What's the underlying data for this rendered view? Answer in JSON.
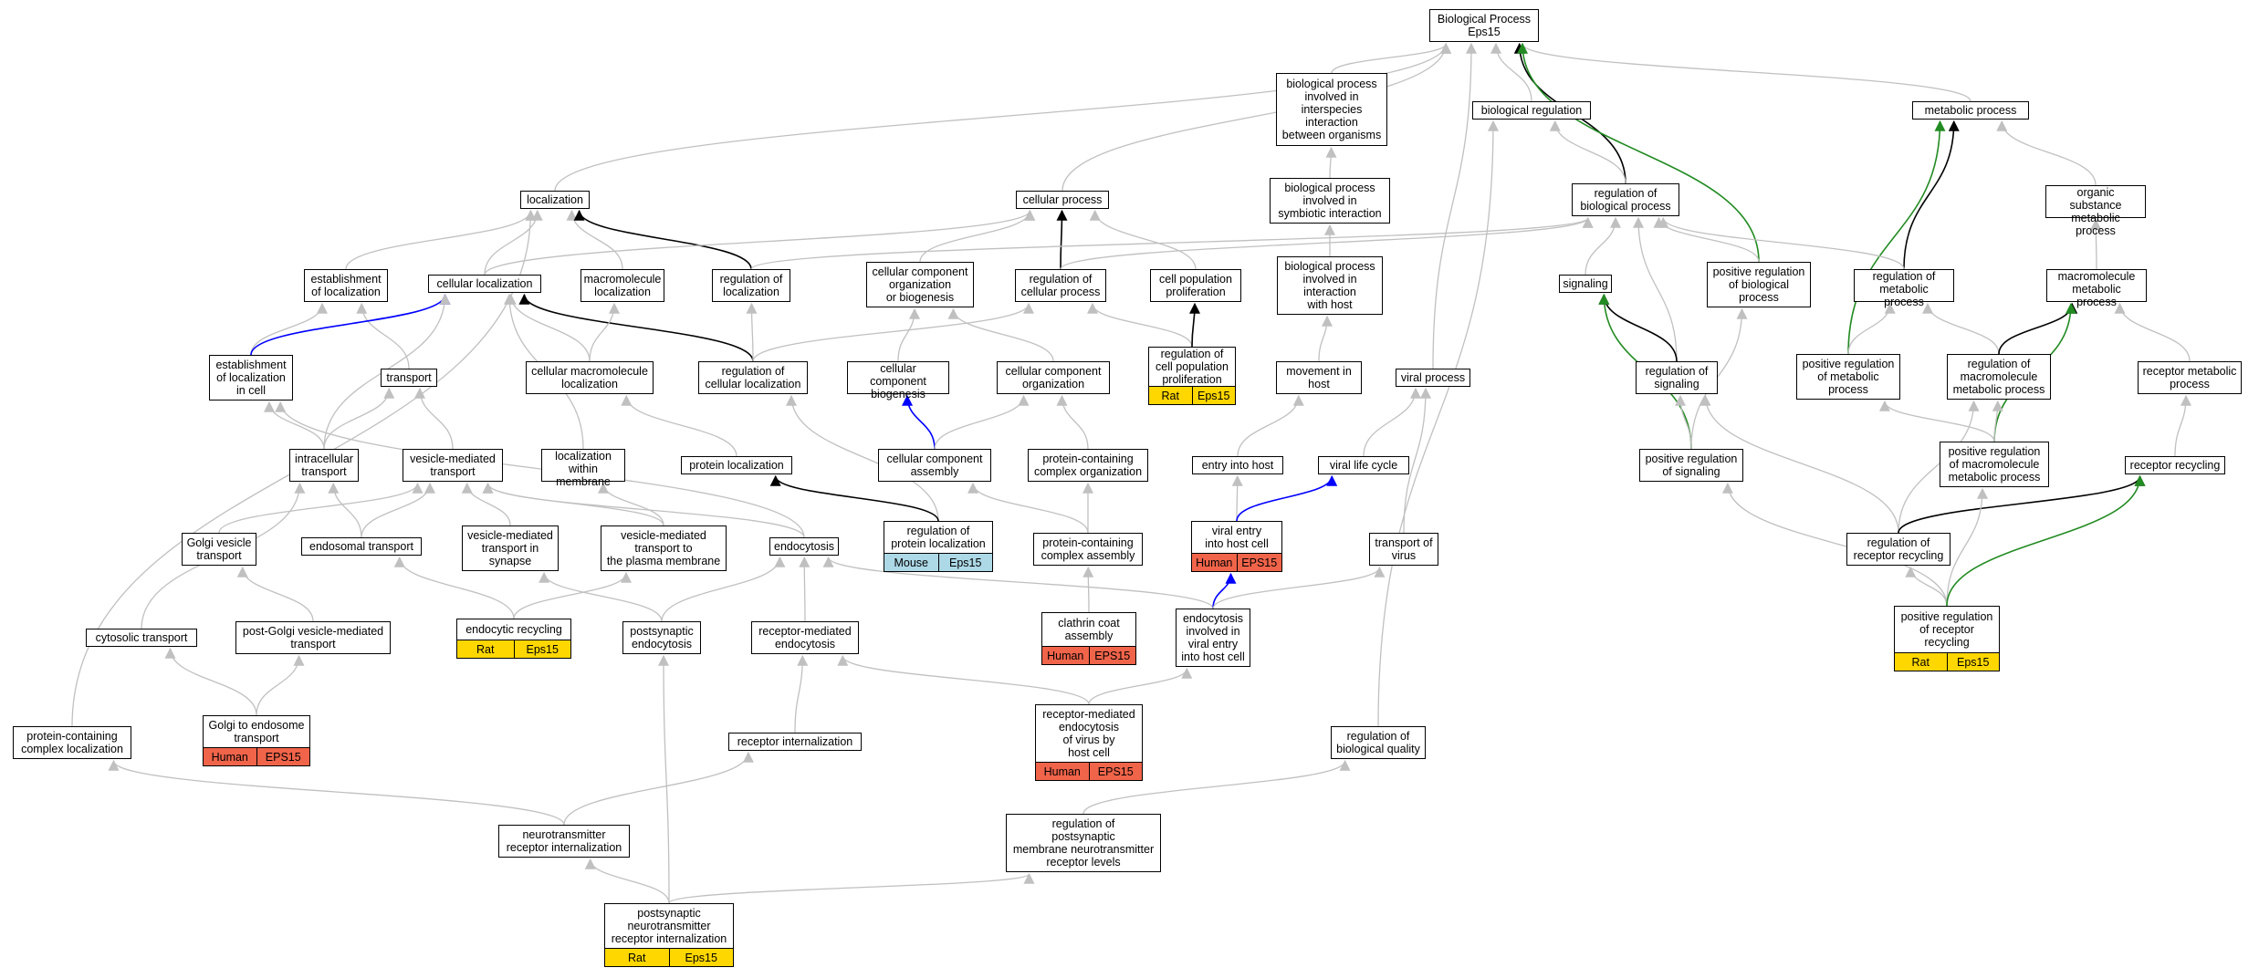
{
  "colors": {
    "edge_gray": "#c0c0c0",
    "edge_black": "#000000",
    "edge_blue": "#0000ff",
    "edge_green": "#228b22",
    "Human": "#f0644a",
    "Rat": "#ffd700",
    "Mouse": "#add8e6"
  },
  "nodes": {
    "root": "Biological Process\nEps15",
    "interspecies": "biological process\ninvolved in\ninterspecies\ninteraction\nbetween organisms",
    "bioreg": "biological regulation",
    "metabolic": "metabolic process",
    "localization": "localization",
    "cellproc": "cellular process",
    "symbiotic": "biological process\ninvolved in\nsymbiotic interaction",
    "regbio": "regulation of\nbiological process",
    "organic": "organic substance\nmetabolic process",
    "estloc": "establishment\nof localization",
    "cellloc": "cellular localization",
    "macroloc": "macromolecule\nlocalization",
    "regloc": "regulation of\nlocalization",
    "ccorg_bio": "cellular component\norganization\nor biogenesis",
    "regcell": "regulation of\ncellular process",
    "cellpop": "cell population\nproliferation",
    "bpinhost": "biological process\ninvolved in\ninteraction\nwith host",
    "signaling": "signaling",
    "posregbio": "positive regulation\nof biological\nprocess",
    "regmet": "regulation of\nmetabolic process",
    "macromet": "macromolecule\nmetabolic process",
    "estloccell": "establishment\nof localization\nin cell",
    "transport": "transport",
    "cellmacroloc": "cellular macromolecule\nlocalization",
    "regcellloc": "regulation of\ncellular localization",
    "ccbiogen": "cellular component\nbiogenesis",
    "ccorg": "cellular component\norganization",
    "regcellpop": "regulation of\ncell population\nproliferation",
    "movehost": "movement in\nhost",
    "viralproc": "viral process",
    "regsig": "regulation of\nsignaling",
    "posregmet": "positive regulation\nof metabolic\nprocess",
    "regmacromet": "regulation of\nmacromolecule\nmetabolic process",
    "recmet": "receptor metabolic\nprocess",
    "intracell": "intracellular\ntransport",
    "vesmed": "vesicle-mediated\ntransport",
    "locmem": "localization\nwithin membrane",
    "protloc": "protein localization",
    "ccassembly": "cellular component\nassembly",
    "pccorg": "protein-containing\ncomplex organization",
    "entryhost": "entry into host",
    "viralcycle": "viral life cycle",
    "posregsig": "positive regulation\nof signaling",
    "posregmacro": "positive regulation\nof macromolecule\nmetabolic process",
    "recrecyc": "receptor recycling",
    "regprotloc": "regulation of\nprotein localization",
    "golgives": "Golgi vesicle\ntransport",
    "endosomal": "endosomal transport",
    "vestsyn": "vesicle-mediated\ntransport in\nsynapse",
    "vestpm": "vesicle-mediated\ntransport to\nthe plasma membrane",
    "endocytosis": "endocytosis",
    "pccassembly": "protein-containing\ncomplex assembly",
    "viralentry": "viral entry\ninto host cell",
    "transvirus": "transport of\nvirus",
    "regrecrecyc": "regulation of\nreceptor recycling",
    "cytosolic": "cytosolic transport",
    "postgolgi": "post-Golgi vesicle-mediated\ntransport",
    "endorecyc": "endocytic recycling",
    "postsynendo": "postsynaptic\nendocytosis",
    "recmedendo": "receptor-mediated\nendocytosis",
    "clathrin": "clathrin coat\nassembly",
    "endoviral": "endocytosis\ninvolved in\nviral entry\ninto host cell",
    "posregrecrecyc": "positive regulation\nof receptor\nrecycling",
    "golgiendo": "Golgi to endosome\ntransport",
    "pcclocal": "protein-containing\ncomplex localization",
    "recmedvirus": "receptor-mediated\nendocytosis\nof virus by\nhost cell",
    "recint": "receptor internalization",
    "regbioqual": "regulation of\nbiological quality",
    "ntrecint": "neurotransmitter\nreceptor internalization",
    "regpost": "regulation of\npostsynaptic\nmembrane neurotransmitter\nreceptor levels",
    "postntrecint": "postsynaptic\nneurotransmitter\nreceptor internalization"
  },
  "annotations": {
    "regcellpop": [
      "Rat",
      "Eps15"
    ],
    "regprotloc": [
      "Mouse",
      "Eps15"
    ],
    "viralentry": [
      "Human",
      "EPS15"
    ],
    "endorecyc": [
      "Rat",
      "Eps15"
    ],
    "clathrin": [
      "Human",
      "EPS15"
    ],
    "posregrecrecyc": [
      "Rat",
      "Eps15"
    ],
    "golgiendo": [
      "Human",
      "EPS15"
    ],
    "recmedvirus": [
      "Human",
      "EPS15"
    ],
    "postntrecint": [
      "Rat",
      "Eps15"
    ]
  },
  "edges": [
    [
      "interspecies",
      "root",
      "gray"
    ],
    [
      "bioreg",
      "root",
      "gray"
    ],
    [
      "metabolic",
      "root",
      "gray"
    ],
    [
      "localization",
      "root",
      "gray"
    ],
    [
      "cellproc",
      "root",
      "gray"
    ],
    [
      "regbio",
      "root",
      "black"
    ],
    [
      "posregbio",
      "root",
      "green"
    ],
    [
      "viralproc",
      "root",
      "gray"
    ],
    [
      "symbiotic",
      "interspecies",
      "gray"
    ],
    [
      "regbio",
      "bioreg",
      "gray"
    ],
    [
      "organic",
      "metabolic",
      "gray"
    ],
    [
      "regmet",
      "metabolic",
      "black"
    ],
    [
      "posregmet",
      "metabolic",
      "green"
    ],
    [
      "estloc",
      "localization",
      "gray"
    ],
    [
      "cellloc",
      "localization",
      "gray"
    ],
    [
      "macroloc",
      "localization",
      "gray"
    ],
    [
      "regloc",
      "localization",
      "black"
    ],
    [
      "pcclocal",
      "localization",
      "gray"
    ],
    [
      "cellloc",
      "cellproc",
      "gray"
    ],
    [
      "ccorg_bio",
      "cellproc",
      "gray"
    ],
    [
      "regcell",
      "cellproc",
      "black"
    ],
    [
      "cellpop",
      "cellproc",
      "gray"
    ],
    [
      "bpinhost",
      "symbiotic",
      "gray"
    ],
    [
      "regloc",
      "regbio",
      "gray"
    ],
    [
      "regcell",
      "regbio",
      "gray"
    ],
    [
      "signaling",
      "regbio",
      "gray"
    ],
    [
      "posregbio",
      "regbio",
      "gray"
    ],
    [
      "regmet",
      "regbio",
      "gray"
    ],
    [
      "regsig",
      "regbio",
      "gray"
    ],
    [
      "macromet",
      "organic",
      "gray"
    ],
    [
      "transport",
      "estloc",
      "gray"
    ],
    [
      "estloccell",
      "estloc",
      "gray"
    ],
    [
      "estloccell",
      "cellloc",
      "blue"
    ],
    [
      "regcellloc",
      "cellloc",
      "black"
    ],
    [
      "cellmacroloc",
      "cellloc",
      "gray"
    ],
    [
      "intracell",
      "cellloc",
      "gray"
    ],
    [
      "locmem",
      "cellloc",
      "gray"
    ],
    [
      "cellmacroloc",
      "macroloc",
      "gray"
    ],
    [
      "regcellloc",
      "regloc",
      "gray"
    ],
    [
      "regcellloc",
      "regcell",
      "gray"
    ],
    [
      "ccbiogen",
      "ccorg_bio",
      "gray"
    ],
    [
      "ccorg",
      "ccorg_bio",
      "gray"
    ],
    [
      "regcellpop",
      "regcell",
      "gray"
    ],
    [
      "regcellpop",
      "cellpop",
      "black"
    ],
    [
      "movehost",
      "bpinhost",
      "gray"
    ],
    [
      "regsig",
      "signaling",
      "black"
    ],
    [
      "posregsig",
      "signaling",
      "green"
    ],
    [
      "posregsig",
      "posregbio",
      "gray"
    ],
    [
      "posregmet",
      "regmet",
      "gray"
    ],
    [
      "regmacromet",
      "regmet",
      "gray"
    ],
    [
      "regmacromet",
      "macromet",
      "black"
    ],
    [
      "posregmacro",
      "macromet",
      "green"
    ],
    [
      "recmet",
      "macromet",
      "gray"
    ],
    [
      "intracell",
      "estloccell",
      "gray"
    ],
    [
      "intracell",
      "transport",
      "gray"
    ],
    [
      "vesmed",
      "transport",
      "gray"
    ],
    [
      "endocytosis",
      "estloccell",
      "gray"
    ],
    [
      "protloc",
      "cellmacroloc",
      "gray"
    ],
    [
      "regprotloc",
      "regcellloc",
      "gray"
    ],
    [
      "ccassembly",
      "ccbiogen",
      "blue"
    ],
    [
      "ccassembly",
      "ccorg",
      "gray"
    ],
    [
      "pccorg",
      "ccorg",
      "gray"
    ],
    [
      "entryhost",
      "movehost",
      "gray"
    ],
    [
      "viralcycle",
      "viralproc",
      "gray"
    ],
    [
      "transvirus",
      "viralproc",
      "gray"
    ],
    [
      "posregsig",
      "regsig",
      "gray"
    ],
    [
      "regrecrecyc",
      "regsig",
      "gray"
    ],
    [
      "posregmacro",
      "posregmet",
      "gray"
    ],
    [
      "posregmacro",
      "regmacromet",
      "gray"
    ],
    [
      "regrecrecyc",
      "regmacromet",
      "gray"
    ],
    [
      "recrecyc",
      "recmet",
      "gray"
    ],
    [
      "golgives",
      "vesmed",
      "gray"
    ],
    [
      "endosomal",
      "intracell",
      "gray"
    ],
    [
      "endosomal",
      "vesmed",
      "gray"
    ],
    [
      "vestsyn",
      "vesmed",
      "gray"
    ],
    [
      "vestpm",
      "vesmed",
      "gray"
    ],
    [
      "vestpm",
      "locmem",
      "gray"
    ],
    [
      "endocytosis",
      "vesmed",
      "gray"
    ],
    [
      "cytosolic",
      "intracell",
      "gray"
    ],
    [
      "regprotloc",
      "protloc",
      "black"
    ],
    [
      "pccassembly",
      "ccassembly",
      "gray"
    ],
    [
      "pccassembly",
      "pccorg",
      "gray"
    ],
    [
      "viralentry",
      "entryhost",
      "gray"
    ],
    [
      "viralentry",
      "viralcycle",
      "blue"
    ],
    [
      "posregrecrecyc",
      "posregsig",
      "gray"
    ],
    [
      "regrecrecyc",
      "recrecyc",
      "black"
    ],
    [
      "posregrecrecyc",
      "regrecrecyc",
      "gray"
    ],
    [
      "posregrecrecyc",
      "posregmacro",
      "gray"
    ],
    [
      "posregrecrecyc",
      "recrecyc",
      "green"
    ],
    [
      "postgolgi",
      "golgives",
      "gray"
    ],
    [
      "endorecyc",
      "endosomal",
      "gray"
    ],
    [
      "endorecyc",
      "vestpm",
      "gray"
    ],
    [
      "postsynendo",
      "vestsyn",
      "gray"
    ],
    [
      "postsynendo",
      "endocytosis",
      "gray"
    ],
    [
      "recmedendo",
      "endocytosis",
      "gray"
    ],
    [
      "endoviral",
      "endocytosis",
      "gray"
    ],
    [
      "clathrin",
      "pccassembly",
      "gray"
    ],
    [
      "endoviral",
      "viralentry",
      "blue"
    ],
    [
      "endoviral",
      "transvirus",
      "gray"
    ],
    [
      "golgiendo",
      "cytosolic",
      "gray"
    ],
    [
      "golgiendo",
      "postgolgi",
      "gray"
    ],
    [
      "recint",
      "recmedendo",
      "gray"
    ],
    [
      "recmedvirus",
      "recmedendo",
      "gray"
    ],
    [
      "recmedvirus",
      "endoviral",
      "gray"
    ],
    [
      "regbioqual",
      "bioreg",
      "gray"
    ],
    [
      "ntrecint",
      "pcclocal",
      "gray"
    ],
    [
      "ntrecint",
      "recint",
      "gray"
    ],
    [
      "regpost",
      "regbioqual",
      "gray"
    ],
    [
      "postntrecint",
      "ntrecint",
      "gray"
    ],
    [
      "postntrecint",
      "postsynendo",
      "gray"
    ],
    [
      "postntrecint",
      "regpost",
      "gray"
    ]
  ]
}
